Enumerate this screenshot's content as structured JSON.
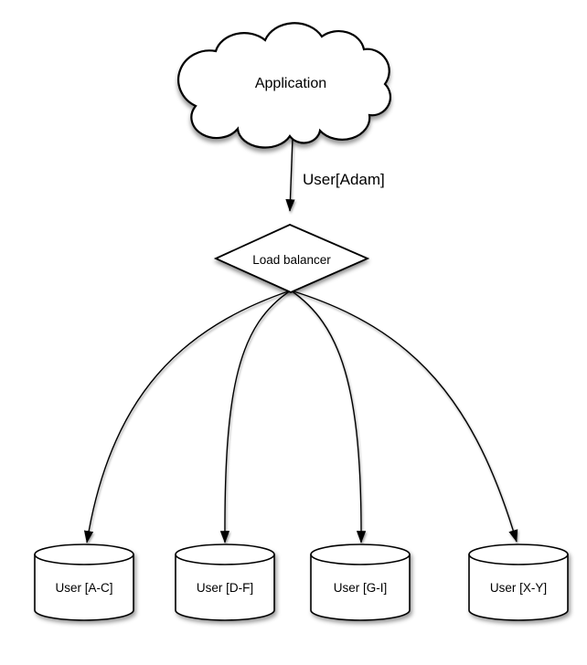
{
  "diagram": {
    "application": {
      "label": "Application"
    },
    "request_edge": {
      "label": "User[Adam]"
    },
    "load_balancer": {
      "label": "Load balancer"
    },
    "shards": [
      {
        "label": "User [A-C]"
      },
      {
        "label": "User [D-F]"
      },
      {
        "label": "User [G-I]"
      },
      {
        "label": "User [X-Y]"
      }
    ],
    "colors": {
      "stroke": "#000000",
      "shape_fill": "#ffffff",
      "background": "#ffffff"
    }
  }
}
